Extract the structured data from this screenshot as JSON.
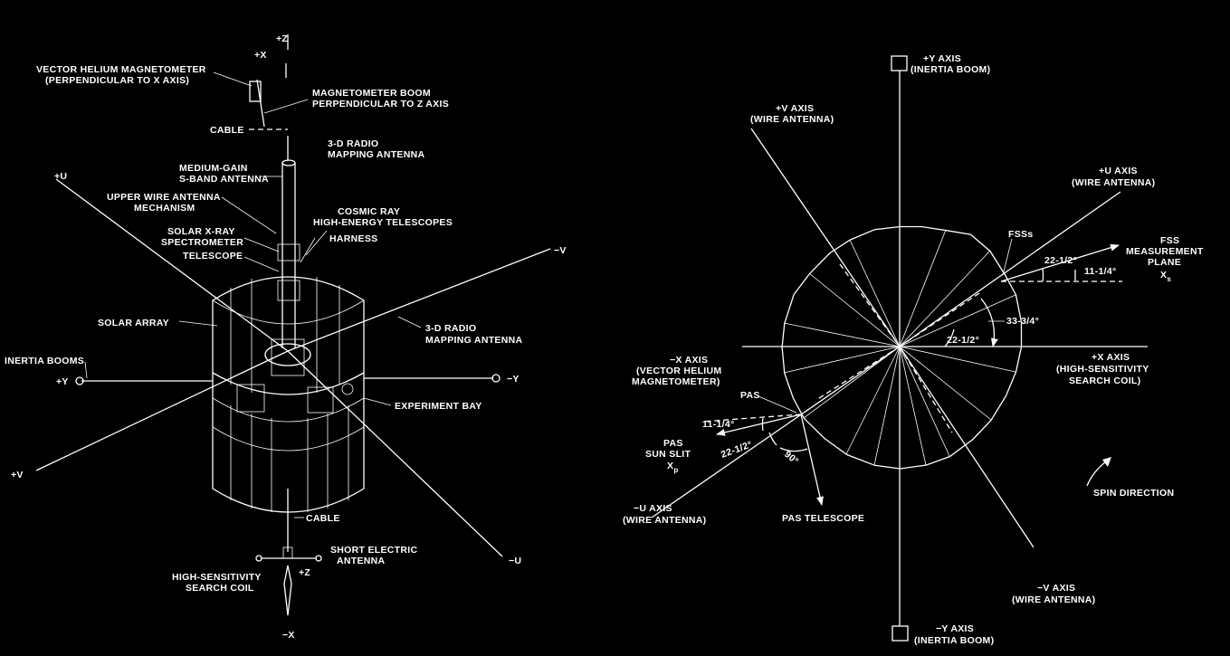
{
  "left": {
    "plus_z": "+Z",
    "plus_x": "+X",
    "vector_helium_1": "VECTOR HELIUM MAGNETOMETER",
    "vector_helium_2": "(PERPENDICULAR TO X AXIS)",
    "mag_boom_1": "MAGNETOMETER BOOM",
    "mag_boom_2": "PERPENDICULAR TO Z AXIS",
    "cable_top": "CABLE",
    "radio_3d_1": "3-D RADIO",
    "radio_3d_2": "MAPPING ANTENNA",
    "medium_gain_1": "MEDIUM-GAIN",
    "medium_gain_2": "S-BAND ANTENNA",
    "plus_u": "+U",
    "upper_wire_1": "UPPER WIRE ANTENNA",
    "upper_wire_2": "MECHANISM",
    "cosmic_1": "COSMIC RAY",
    "cosmic_2": "HIGH-ENERGY TELESCOPES",
    "solar_xray_1": "SOLAR X-RAY",
    "solar_xray_2": "SPECTROMETER",
    "harness": "HARNESS",
    "telescope": "TELESCOPE",
    "minus_v": "−V",
    "solar_array": "SOLAR ARRAY",
    "radio_3d_b_1": "3-D RADIO",
    "radio_3d_b_2": "MAPPING ANTENNA",
    "inertia_booms": "INERTIA BOOMS",
    "plus_y": "+Y",
    "minus_y": "−Y",
    "experiment_bay": "EXPERIMENT BAY",
    "plus_v": "+V",
    "cable_bottom": "CABLE",
    "short_electric_1": "SHORT ELECTRIC",
    "short_electric_2": "ANTENNA",
    "minus_u": "−U",
    "plus_z_bottom": "+Z",
    "hs_coil_1": "HIGH-SENSITIVITY",
    "hs_coil_2": "SEARCH COIL",
    "minus_x": "−X"
  },
  "right": {
    "plus_y_axis_1": "+Y AXIS",
    "plus_y_axis_2": "(INERTIA BOOM)",
    "plus_v_axis_1": "+V AXIS",
    "plus_v_axis_2": "(WIRE ANTENNA)",
    "plus_u_axis_1": "+U AXIS",
    "plus_u_axis_2": "(WIRE ANTENNA)",
    "fsss": "FSSs",
    "fss_plane_1": "FSS",
    "fss_plane_2": "MEASUREMENT",
    "fss_plane_3": "PLANE",
    "fss_plane_4": "X",
    "fss_plane_sub": "s",
    "angle_22_top": "22-1/2°",
    "angle_11_top": "11-1/4°",
    "angle_33": "33-3/4°",
    "angle_22_mid": "22-1/2°",
    "minus_x_axis_1": "−X AXIS",
    "minus_x_axis_2": "(VECTOR HELIUM",
    "minus_x_axis_3": "MAGNETOMETER)",
    "plus_x_axis_1": "+X AXIS",
    "plus_x_axis_2": "(HIGH-SENSITIVITY",
    "plus_x_axis_3": "SEARCH COIL)",
    "pas": "PAS",
    "angle_11_pas": "11-1/4°",
    "pas_sun_1": "PAS",
    "pas_sun_2": "SUN SLIT",
    "pas_sun_3": "X",
    "pas_sun_sub": "p",
    "angle_22_pas": "22-1/2°",
    "angle_90": "90°",
    "minus_u_axis_1": "−U AXIS",
    "minus_u_axis_2": "(WIRE ANTENNA)",
    "pas_telescope": "PAS TELESCOPE",
    "spin_direction": "SPIN DIRECTION",
    "minus_v_axis_1": "−V AXIS",
    "minus_v_axis_2": "(WIRE ANTENNA)",
    "minus_y_axis_1": "−Y AXIS",
    "minus_y_axis_2": "(INERTIA BOOM)"
  }
}
